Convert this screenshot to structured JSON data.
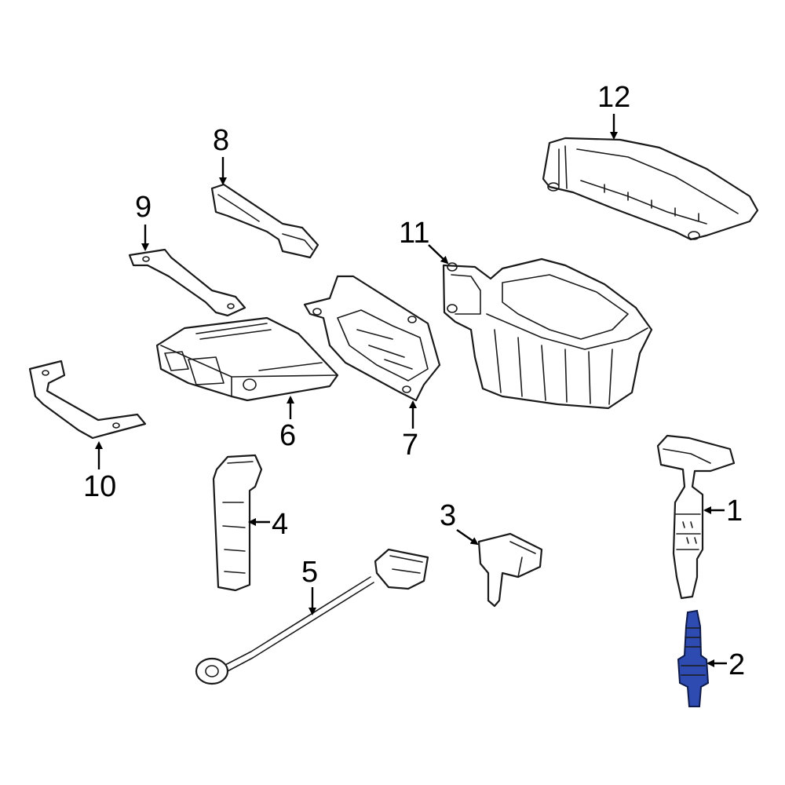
{
  "highlight_color": "#2d4bb0",
  "line_color": "#1a1a1a",
  "callouts": {
    "p1": "1",
    "p2": "2",
    "p3": "3",
    "p4": "4",
    "p5": "5",
    "p6": "6",
    "p7": "7",
    "p8": "8",
    "p9": "9",
    "p10": "10",
    "p11": "11",
    "p12": "12"
  }
}
